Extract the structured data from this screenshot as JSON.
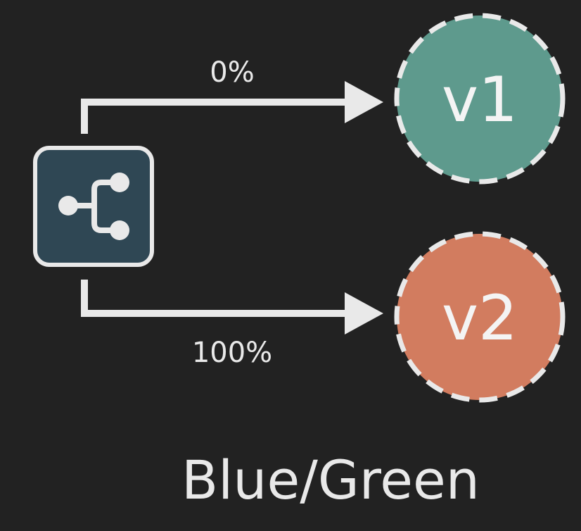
{
  "diagram": {
    "router_icon": "share-network-icon",
    "routes": [
      {
        "target": "v1",
        "weight_label": "0%"
      },
      {
        "target": "v2",
        "weight_label": "100%"
      }
    ],
    "nodes": [
      {
        "id": "v1",
        "label": "v1",
        "color": "#5e9a8d"
      },
      {
        "id": "v2",
        "label": "v2",
        "color": "#d27c5f"
      }
    ],
    "colors": {
      "background": "#222222",
      "router_fill": "#2f4754",
      "line": "#e9e9e9"
    }
  },
  "caption": "Blue/Green"
}
